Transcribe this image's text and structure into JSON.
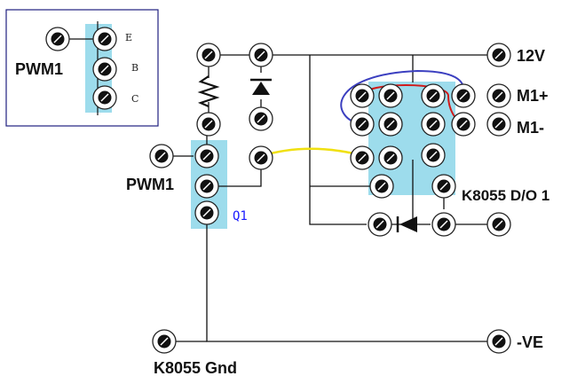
{
  "inset": {
    "pwm_label": "PWM1",
    "pin_e": "E",
    "pin_b": "B",
    "pin_c": "C"
  },
  "labels": {
    "supply": "12V",
    "motor_plus": "M1+",
    "motor_minus": "M1-",
    "pwm": "PWM1",
    "transistor": "Q1",
    "relay_board": "K8055 D/O 1",
    "ground": "K8055 Gnd",
    "negative": "-VE"
  },
  "colors": {
    "board_fill": "#9ddcec",
    "wire": "#111111",
    "wire_yellow": "#f0e010",
    "wire_blue": "#3b3fc0",
    "wire_red": "#d11a1a",
    "inset_border": "#202080"
  }
}
